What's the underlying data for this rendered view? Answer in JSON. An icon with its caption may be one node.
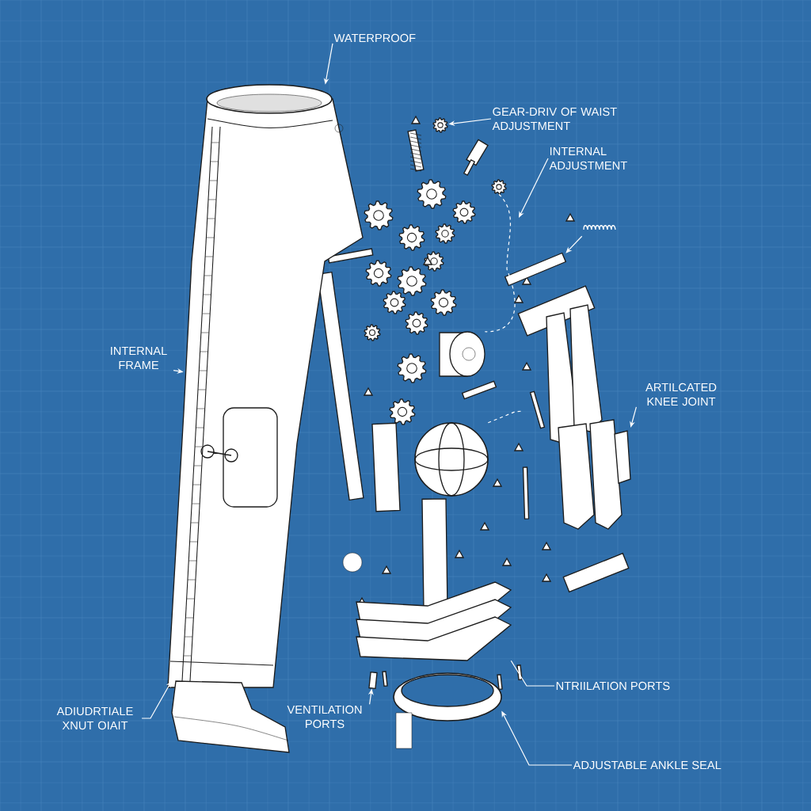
{
  "diagram": {
    "nodes": [
      {
        "text": [
          "WATERPROOF"
        ]
      },
      {
        "text": [
          "GEAR-DRIV OF WAIST ADJUSTMENT"
        ]
      },
      {
        "text": [
          "INTERNAL ADJUSTMENT"
        ]
      },
      {
        "text": [
          "INTERNAL FRAME"
        ]
      },
      {
        "text": [
          "ARTILCATED KNEE JOINT"
        ]
      },
      {
        "text": [
          "ADIUDRTIALE XNUT OIAIT"
        ]
      },
      {
        "text": [
          "VENTILATION PORTS"
        ]
      },
      {
        "text": [
          "NTRIILATION PORTS"
        ]
      },
      {
        "text": [
          "ADJUSTABLE ANKLE SEAL"
        ]
      },
      {
        "text": [],
        "shape": "picture"
      },
      {
        "text": [],
        "shape": "picture"
      },
      {
        "text": [],
        "shape": "picture"
      },
      {
        "text": [],
        "shape": "picture"
      },
      {
        "text": [],
        "shape": "picture"
      },
      {
        "text": [],
        "shape": "picture"
      },
      {
        "text": [],
        "shape": "picture"
      },
      {
        "text": [],
        "shape": "bar"
      },
      {
        "text": [],
        "shape": "picture"
      },
      {
        "text": [],
        "shape": "picture"
      },
      {
        "text": [],
        "shape": "picture"
      },
      {
        "text": [],
        "shape": "picture"
      }
    ],
    "edges": [
      {
        "from": 0,
        "to": 10,
        "arrow": "to"
      },
      {
        "from": 1,
        "to": 12,
        "arrow": "to"
      },
      {
        "from": 2,
        "to": null,
        "arrow": "to"
      },
      {
        "from": 3,
        "to": 10,
        "arrow": "to"
      },
      {
        "from": 4,
        "to": 14,
        "arrow": "to"
      },
      {
        "from": 5,
        "to": 11,
        "arrow": "to"
      },
      {
        "from": 6,
        "to": 16,
        "arrow": "to"
      },
      {
        "from": 7,
        "to": 17,
        "arrow": "none"
      },
      {
        "from": 8,
        "to": 18,
        "arrow": "to"
      },
      {
        "from": 9,
        "to": 13,
        "arrow": "to"
      },
      {
        "from": 15,
        "to": 14,
        "arrow": "none",
        "style": "dashed"
      },
      {
        "from": 19,
        "to": 20,
        "arrow": "none",
        "style": "dashed"
      }
    ]
  }
}
